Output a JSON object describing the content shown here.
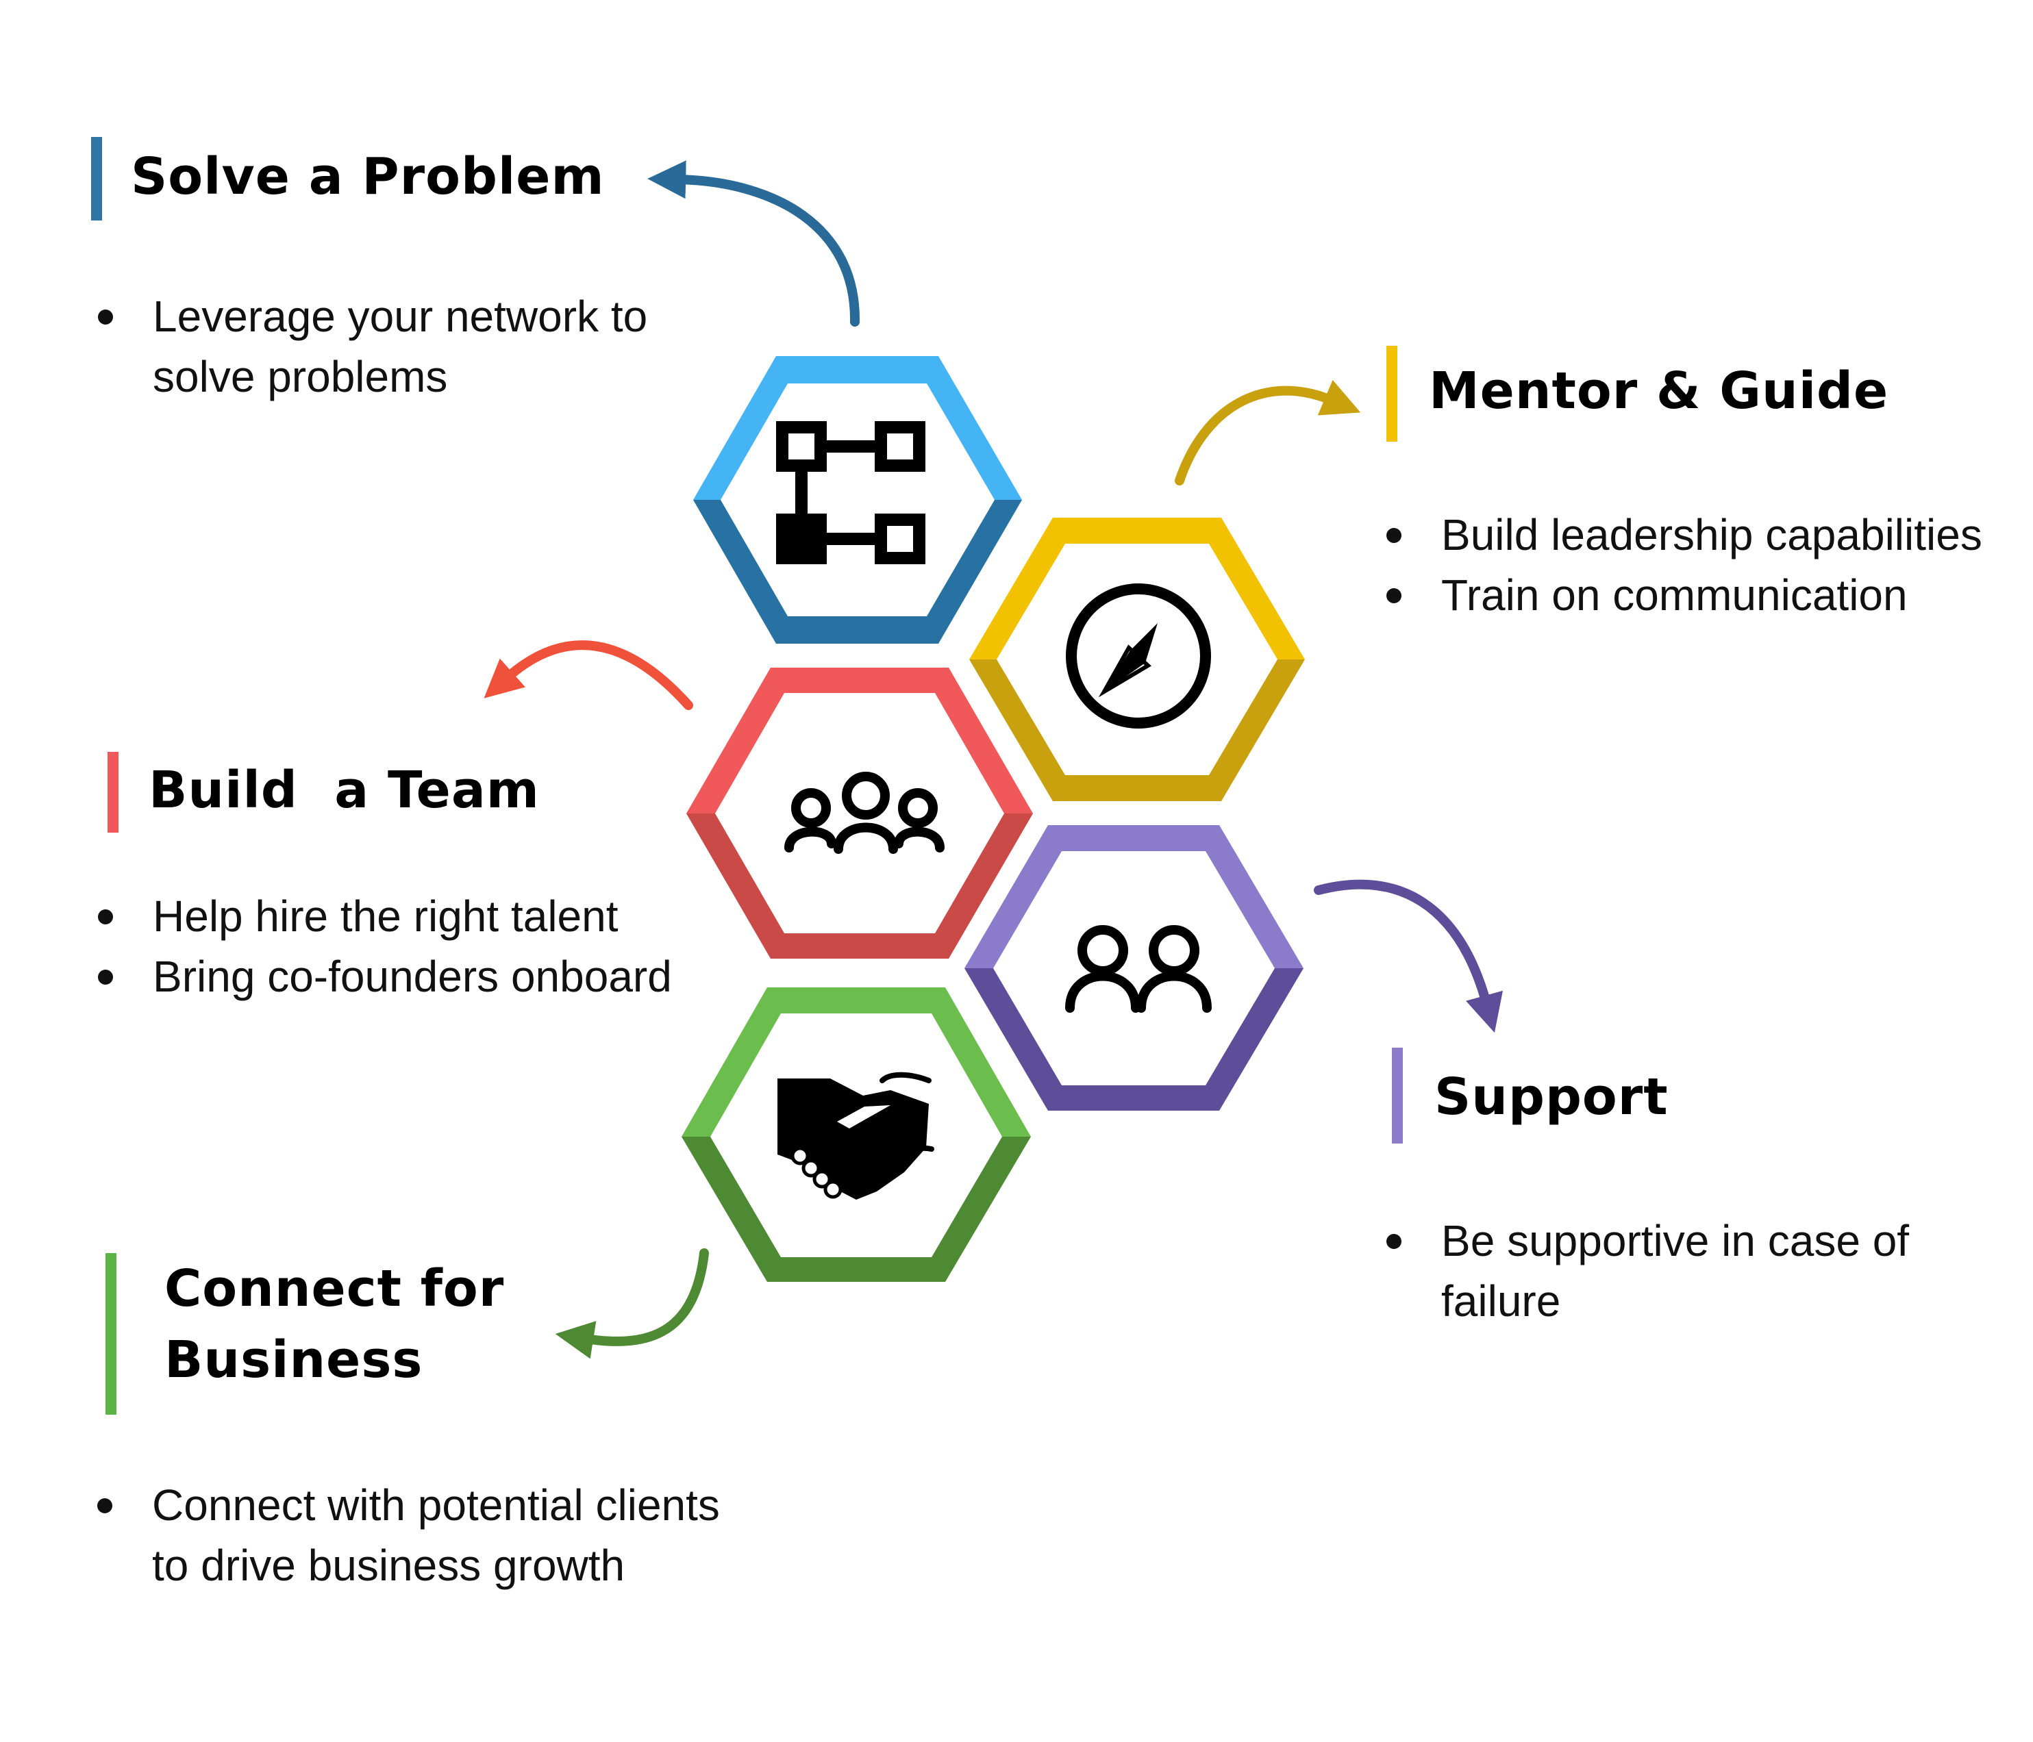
{
  "colors": {
    "solve": "#2E75A6",
    "mentor": "#F2C200",
    "team": "#F0585A",
    "support": "#8A7BCB",
    "connect": "#5FB247"
  },
  "sections": {
    "solve": {
      "title": "Solve a Problem",
      "bullets": [
        "Leverage your network to solve problems"
      ],
      "icon": "flowchart-icon"
    },
    "mentor": {
      "title": "Mentor & Guide",
      "bullets": [
        "Build leadership capabilities",
        "Train on communication"
      ],
      "icon": "compass-icon"
    },
    "team": {
      "title": "Build  a Team",
      "bullets": [
        "Help hire the right talent",
        "Bring co-founders onboard"
      ],
      "icon": "team-icon"
    },
    "support": {
      "title": "Support",
      "bullets": [
        "Be supportive in case of failure"
      ],
      "icon": "people-pair-icon"
    },
    "connect": {
      "title_line1": "Connect for",
      "title_line2": "Business",
      "bullets": [
        "Connect with potential clients to drive business growth"
      ],
      "icon": "handshake-icon"
    }
  }
}
